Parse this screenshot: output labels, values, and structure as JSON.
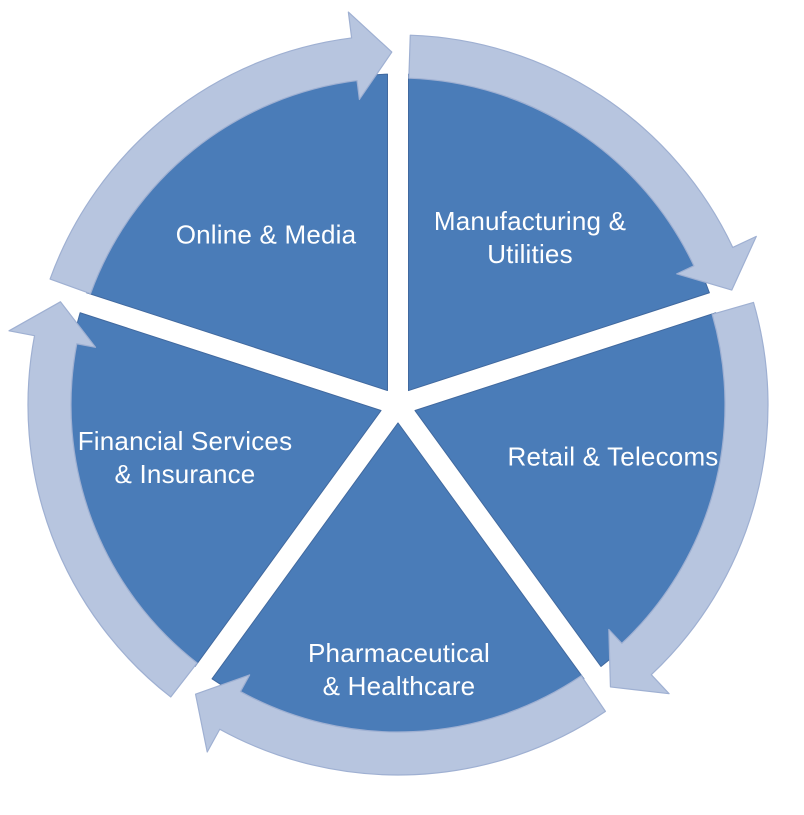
{
  "page": {
    "background": "#FFFFFF"
  },
  "diagram": {
    "colors": {
      "segment_fill": "#4A7CB8",
      "segment_border": "#41699F",
      "arrow_fill": "#B7C5DF",
      "arrow_border": "#9FB0D2",
      "gap": "#FFFFFF",
      "label_text": "#FFFFFF"
    },
    "sectors": [
      {
        "id": "manufacturing-utilities",
        "label": "Manufacturing & Utilities",
        "lines": [
          "Manufacturing &",
          "Utilities"
        ]
      },
      {
        "id": "retail-telecoms",
        "label": "Retail & Telecoms",
        "lines": [
          "Retail & Telecoms"
        ]
      },
      {
        "id": "pharmaceutical-healthcare",
        "label": "Pharmaceutical & Healthcare",
        "lines": [
          "Pharmaceutical",
          "& Healthcare"
        ]
      },
      {
        "id": "financial-services-insurance",
        "label": "Financial Services & Insurance",
        "lines": [
          "Financial Services",
          "& Insurance"
        ]
      },
      {
        "id": "online-media",
        "label": "Online & Media",
        "lines": [
          "Online & Media"
        ]
      }
    ]
  }
}
